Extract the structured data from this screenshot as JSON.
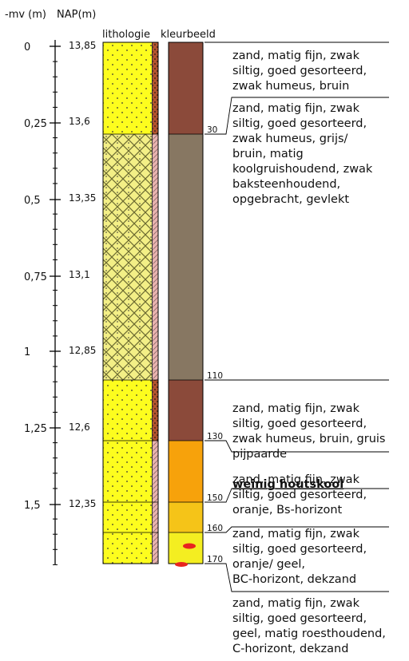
{
  "header": {
    "depth_label": "-mv (m)",
    "nap_label": "NAP(m)",
    "lithology_label": "lithologie",
    "color_label": "kleurbeeld"
  },
  "depth_ticks": [
    {
      "depth": "0",
      "nap": "13,85"
    },
    {
      "depth": "0,25",
      "nap": "13,6"
    },
    {
      "depth": "0,5",
      "nap": "13,35"
    },
    {
      "depth": "0,75",
      "nap": "13,1"
    },
    {
      "depth": "1",
      "nap": "12,85"
    },
    {
      "depth": "1,25",
      "nap": "12,6"
    },
    {
      "depth": "1,5",
      "nap": "12,35"
    }
  ],
  "boundaries_cm": [
    "30",
    "110",
    "130",
    "150",
    "160",
    "170"
  ],
  "layers": [
    {
      "top_cm": 0,
      "bottom_cm": 30,
      "lithology": "sand",
      "color": "#8b4a3a"
    },
    {
      "top_cm": 30,
      "bottom_cm": 110,
      "lithology": "fill",
      "color": "#877762"
    },
    {
      "top_cm": 110,
      "bottom_cm": 130,
      "lithology": "sand",
      "color": "#8b4a3a"
    },
    {
      "top_cm": 130,
      "bottom_cm": 150,
      "lithology": "sand",
      "color": "#f7a20b"
    },
    {
      "top_cm": 150,
      "bottom_cm": 160,
      "lithology": "sand",
      "color": "#f5c418"
    },
    {
      "top_cm": 160,
      "bottom_cm": 170,
      "lithology": "sand",
      "color": "#f4ee21"
    }
  ],
  "descriptions": [
    {
      "text": "zand, matig fijn, zwak\nsiltig, goed gesorteerd,\nzwak humeus, bruin"
    },
    {
      "text": "zand, matig fijn, zwak\nsiltig, goed gesorteerd,\nzwak humeus, grijs/\nbruin, matig\nkoolgruishoudend, zwak\nbaksteenhoudend,\nopgebracht, gevlekt"
    },
    {
      "text": "zand, matig fijn, zwak\nsiltig, goed gesorteerd,\nzwak humeus, bruin, gruis\npijpaarde",
      "note": "weinig houtskool"
    },
    {
      "text": "zand, matig fijn, zwak\nsiltig, goed gesorteerd,\noranje, Bs-horizont"
    },
    {
      "text": "zand, matig fijn, zwak\nsiltig, goed gesorteerd,\noranje/ geel,\nBC-horizont, dekzand"
    },
    {
      "text": "zand, matig fijn, zwak\nsiltig, goed gesorteerd,\ngeel, matig roesthoudend,\nC-horizont, dekzand"
    }
  ],
  "colors": {
    "sand": "#fdfd1e",
    "fill": "#f3ef86",
    "brown": "#8b4a3a",
    "line": "#000000",
    "spot": "#e8251f"
  }
}
